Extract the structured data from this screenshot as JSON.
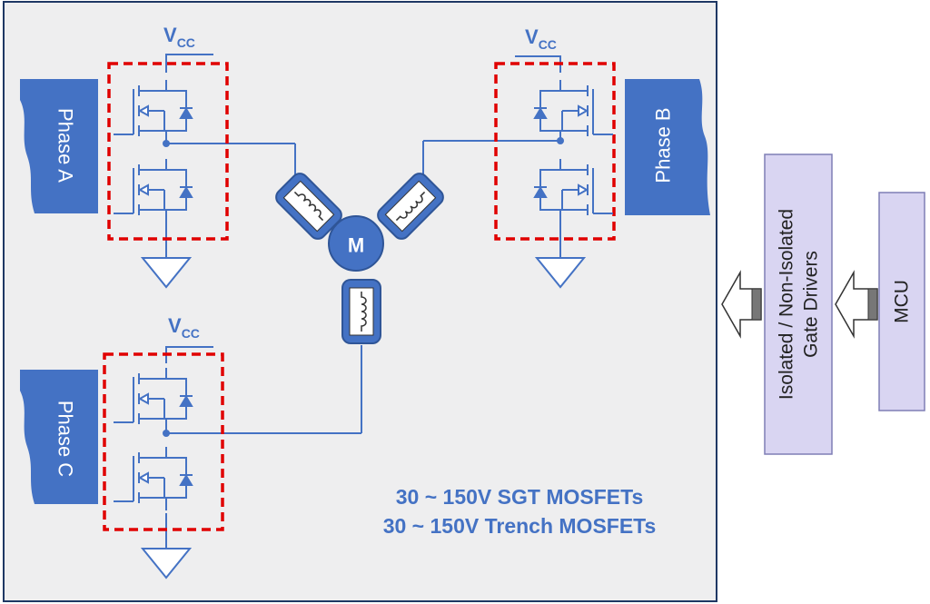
{
  "colors": {
    "panel_bg": "#EEEEEF",
    "panel_border": "#1F3864",
    "wire": "#4472C4",
    "phase_fill": "#4472C4",
    "dashed_box": "#E00000",
    "driver_fill": "#D9D5F2",
    "driver_border": "#7F7FB5",
    "text_blue": "#4472C4",
    "text_dark": "#222222"
  },
  "supply": {
    "main": "V",
    "sub": "CC"
  },
  "phases": {
    "a": "Phase A",
    "b": "Phase B",
    "c": "Phase C"
  },
  "motor": {
    "label": "M",
    "coil_icon": "inductor-coil-icon"
  },
  "ground_icon": "ground-symbol-icon",
  "transistor_icon": "mosfet-with-body-diode-icon",
  "gate_drivers": {
    "line1": "Isolated / Non-Isolated",
    "line2": "Gate Drivers"
  },
  "mcu": "MCU",
  "arrow_icon": "left-arrow-icon",
  "mosfet_types": {
    "line1": "30 ~ 150V SGT MOSFETs",
    "line2": "30 ~ 150V Trench MOSFETs"
  }
}
